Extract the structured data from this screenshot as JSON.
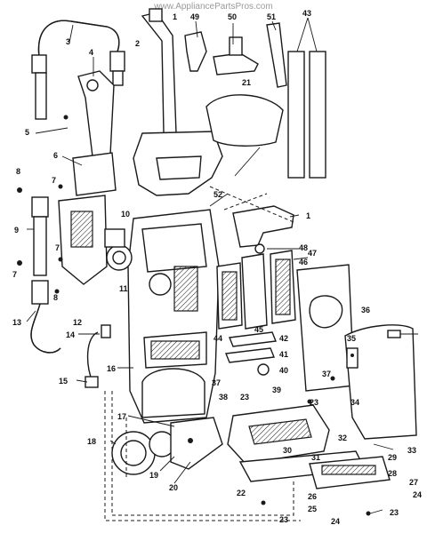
{
  "watermark": "www.AppliancePartsPros.com",
  "callouts": [
    "1",
    "2",
    "3",
    "4",
    "5",
    "6",
    "7",
    "8",
    "9",
    "10",
    "11",
    "12",
    "13",
    "14",
    "15",
    "16",
    "17",
    "18",
    "19",
    "20",
    "21",
    "22",
    "23",
    "24",
    "25",
    "26",
    "27",
    "28",
    "29",
    "30",
    "31",
    "32",
    "33",
    "34",
    "35",
    "36",
    "37",
    "38",
    "39",
    "40",
    "41",
    "42",
    "43",
    "44",
    "45",
    "46",
    "47",
    "48",
    "49",
    "50",
    "51",
    "52"
  ]
}
